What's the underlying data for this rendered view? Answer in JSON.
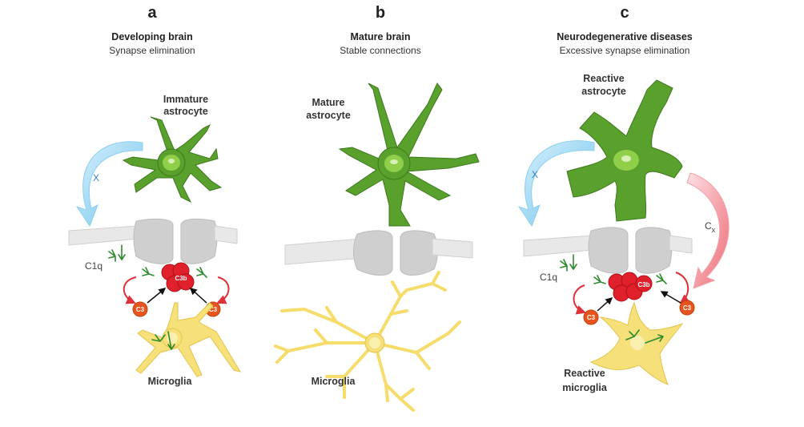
{
  "panels": [
    {
      "letter": "a",
      "title": "Developing brain",
      "subtitle": "Synapse elimination",
      "astrocyte_label_line1": "Immature",
      "astrocyte_label_line2": "astrocyte",
      "microglia_label": "Microglia",
      "signal_label": "X",
      "c1q_label": "C1q",
      "c3_left": "C3",
      "c3_right": "C3",
      "c3b": "C3b"
    },
    {
      "letter": "b",
      "title": "Mature brain",
      "subtitle": "Stable connections",
      "astrocyte_label_line1": "Mature",
      "astrocyte_label_line2": "astrocyte",
      "microglia_label": "Microglia"
    },
    {
      "letter": "c",
      "title": "Neurodegenerative diseases",
      "subtitle": "Excessive synapse elimination",
      "astrocyte_label_line1": "Reactive",
      "astrocyte_label_line2": "astrocyte",
      "microglia_label_line1": "Reactive",
      "microglia_label_line2": "microglia",
      "signal_label": "X",
      "cx_label": "C",
      "cx_sub": "x",
      "c1q_label": "C1q",
      "c3_left": "C3",
      "c3_right": "C3",
      "c3b": "C3b"
    }
  ],
  "colors": {
    "astrocyte": "#5aa02c",
    "microglia": "#f6e07a",
    "synapse": "#cfcfcf",
    "c3": "#e8541e",
    "c3b": "#e0202a",
    "signal_arrow_blue": "#8ed0f0",
    "signal_arrow_red": "#f4a0a8"
  }
}
